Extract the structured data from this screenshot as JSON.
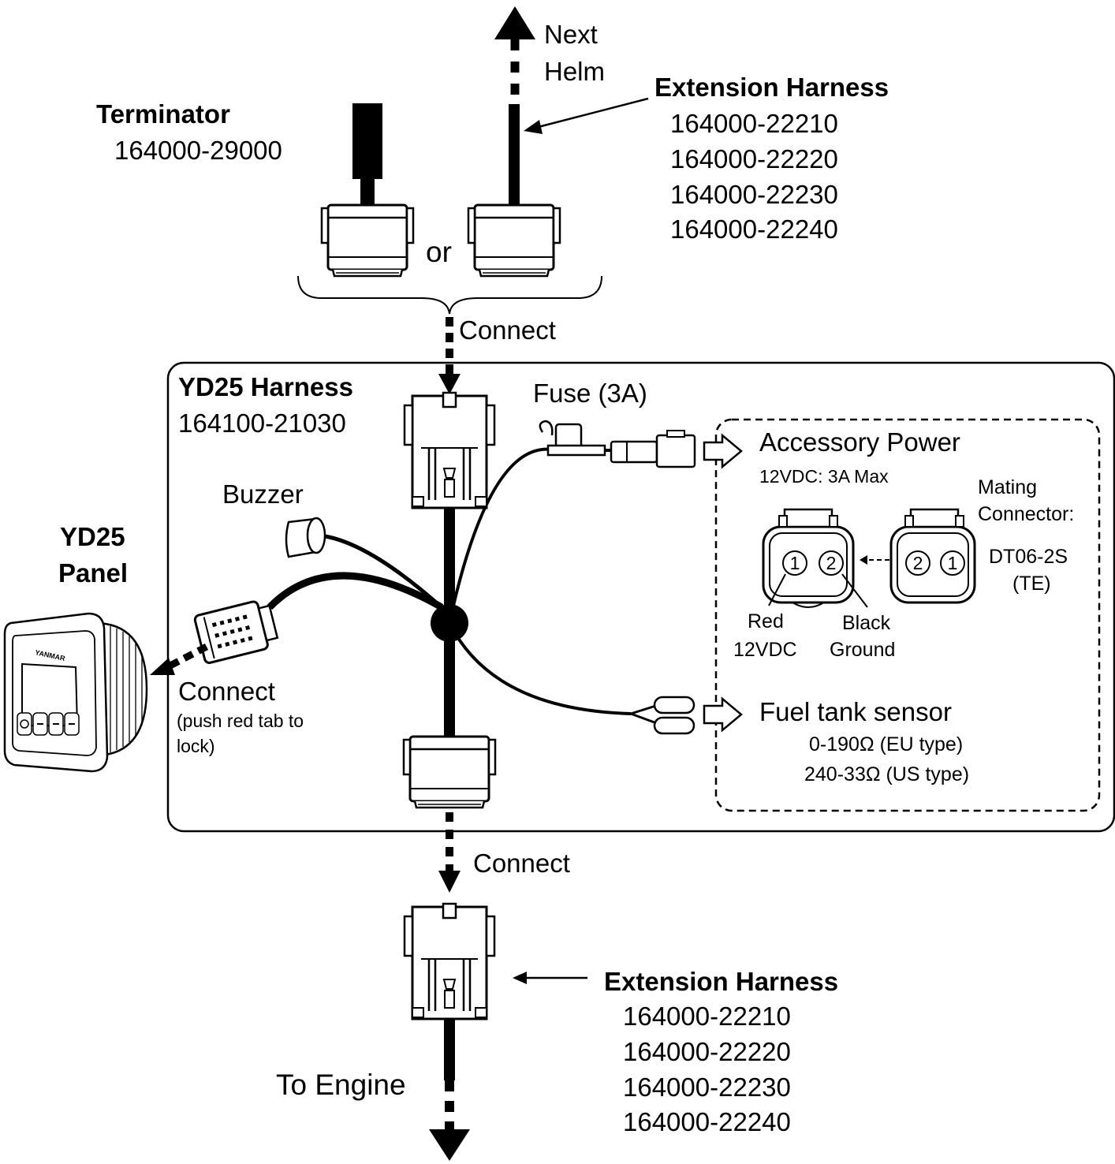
{
  "top": {
    "next_helm_line1": "Next",
    "next_helm_line2": "Helm",
    "terminator_title": "Terminator",
    "terminator_part": "164000-29000",
    "or_label": "or",
    "ext_title": "Extension Harness",
    "ext_parts": [
      "164000-22210",
      "164000-22220",
      "164000-22230",
      "164000-22240"
    ],
    "connect_label": "Connect"
  },
  "harness": {
    "title": "YD25 Harness",
    "part": "164100-21030",
    "fuse_label": "Fuse (3A)",
    "buzzer_label": "Buzzer"
  },
  "panel": {
    "title_line1": "YD25",
    "title_line2": "Panel",
    "connect_label": "Connect",
    "note_line1": "(push red tab to",
    "note_line2": "lock)",
    "brand": "YANMAR"
  },
  "accessory": {
    "title": "Accessory Power",
    "spec": "12VDC: 3A Max",
    "mating_line1": "Mating",
    "mating_line2": "Connector:",
    "mating_part_line1": "DT06-2S",
    "mating_part_line2": "(TE)",
    "pin1": "1",
    "pin2": "2",
    "red_line1": "Red",
    "red_line2": "12VDC",
    "black_line1": "Black",
    "black_line2": "Ground"
  },
  "fuel": {
    "title": "Fuel tank sensor",
    "eu": "0-190Ω (EU type)",
    "us": "240-33Ω (US type)"
  },
  "bottom": {
    "connect_label": "Connect",
    "ext_title": "Extension Harness",
    "ext_parts": [
      "164000-22210",
      "164000-22220",
      "164000-22230",
      "164000-22240"
    ],
    "to_engine": "To Engine"
  }
}
